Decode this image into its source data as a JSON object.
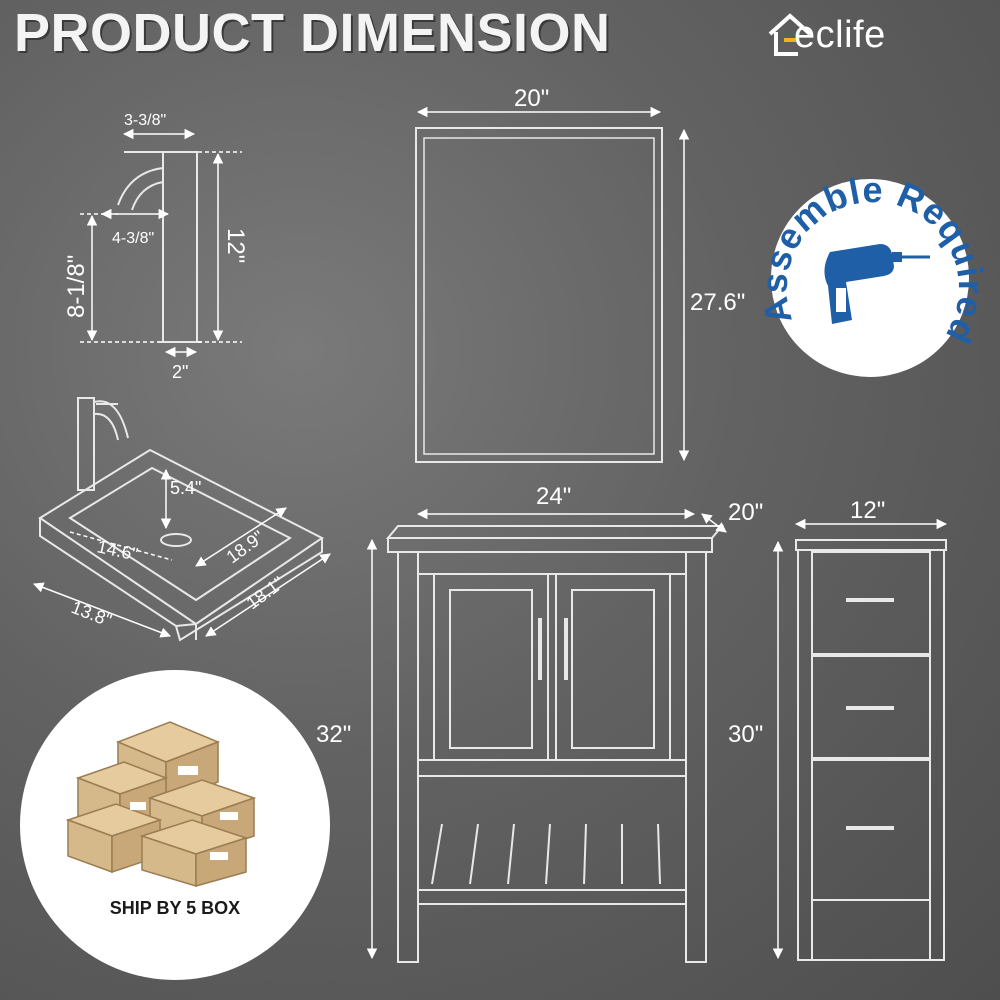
{
  "title": "PRODUCT DIMENSION",
  "brand": {
    "name": "eclife",
    "icon": "house-icon",
    "accent": "#f2b21a"
  },
  "badge": {
    "text": "Assemble Required",
    "icon": "drill-icon",
    "color": "#1f5fa8"
  },
  "faucet": {
    "spout_width": "3-3/8\"",
    "spout_reach": "4-3/8\"",
    "height": "12\"",
    "spout_height": "8-1/8\"",
    "base_diameter": "2\""
  },
  "sink": {
    "depth": "5.4\"",
    "inner_width": "14.6\"",
    "inner_length": "18.9\"",
    "outer_width": "13.8\"",
    "outer_length": "18.1\""
  },
  "mirror": {
    "width": "20\"",
    "height": "27.6\""
  },
  "vanity": {
    "width": "24\"",
    "depth": "20\"",
    "height": "32\""
  },
  "side_cabinet": {
    "width": "12\"",
    "height": "30\""
  },
  "shipping": {
    "label": "SHIP BY 5 BOX",
    "box_color": "#d6b98a"
  }
}
